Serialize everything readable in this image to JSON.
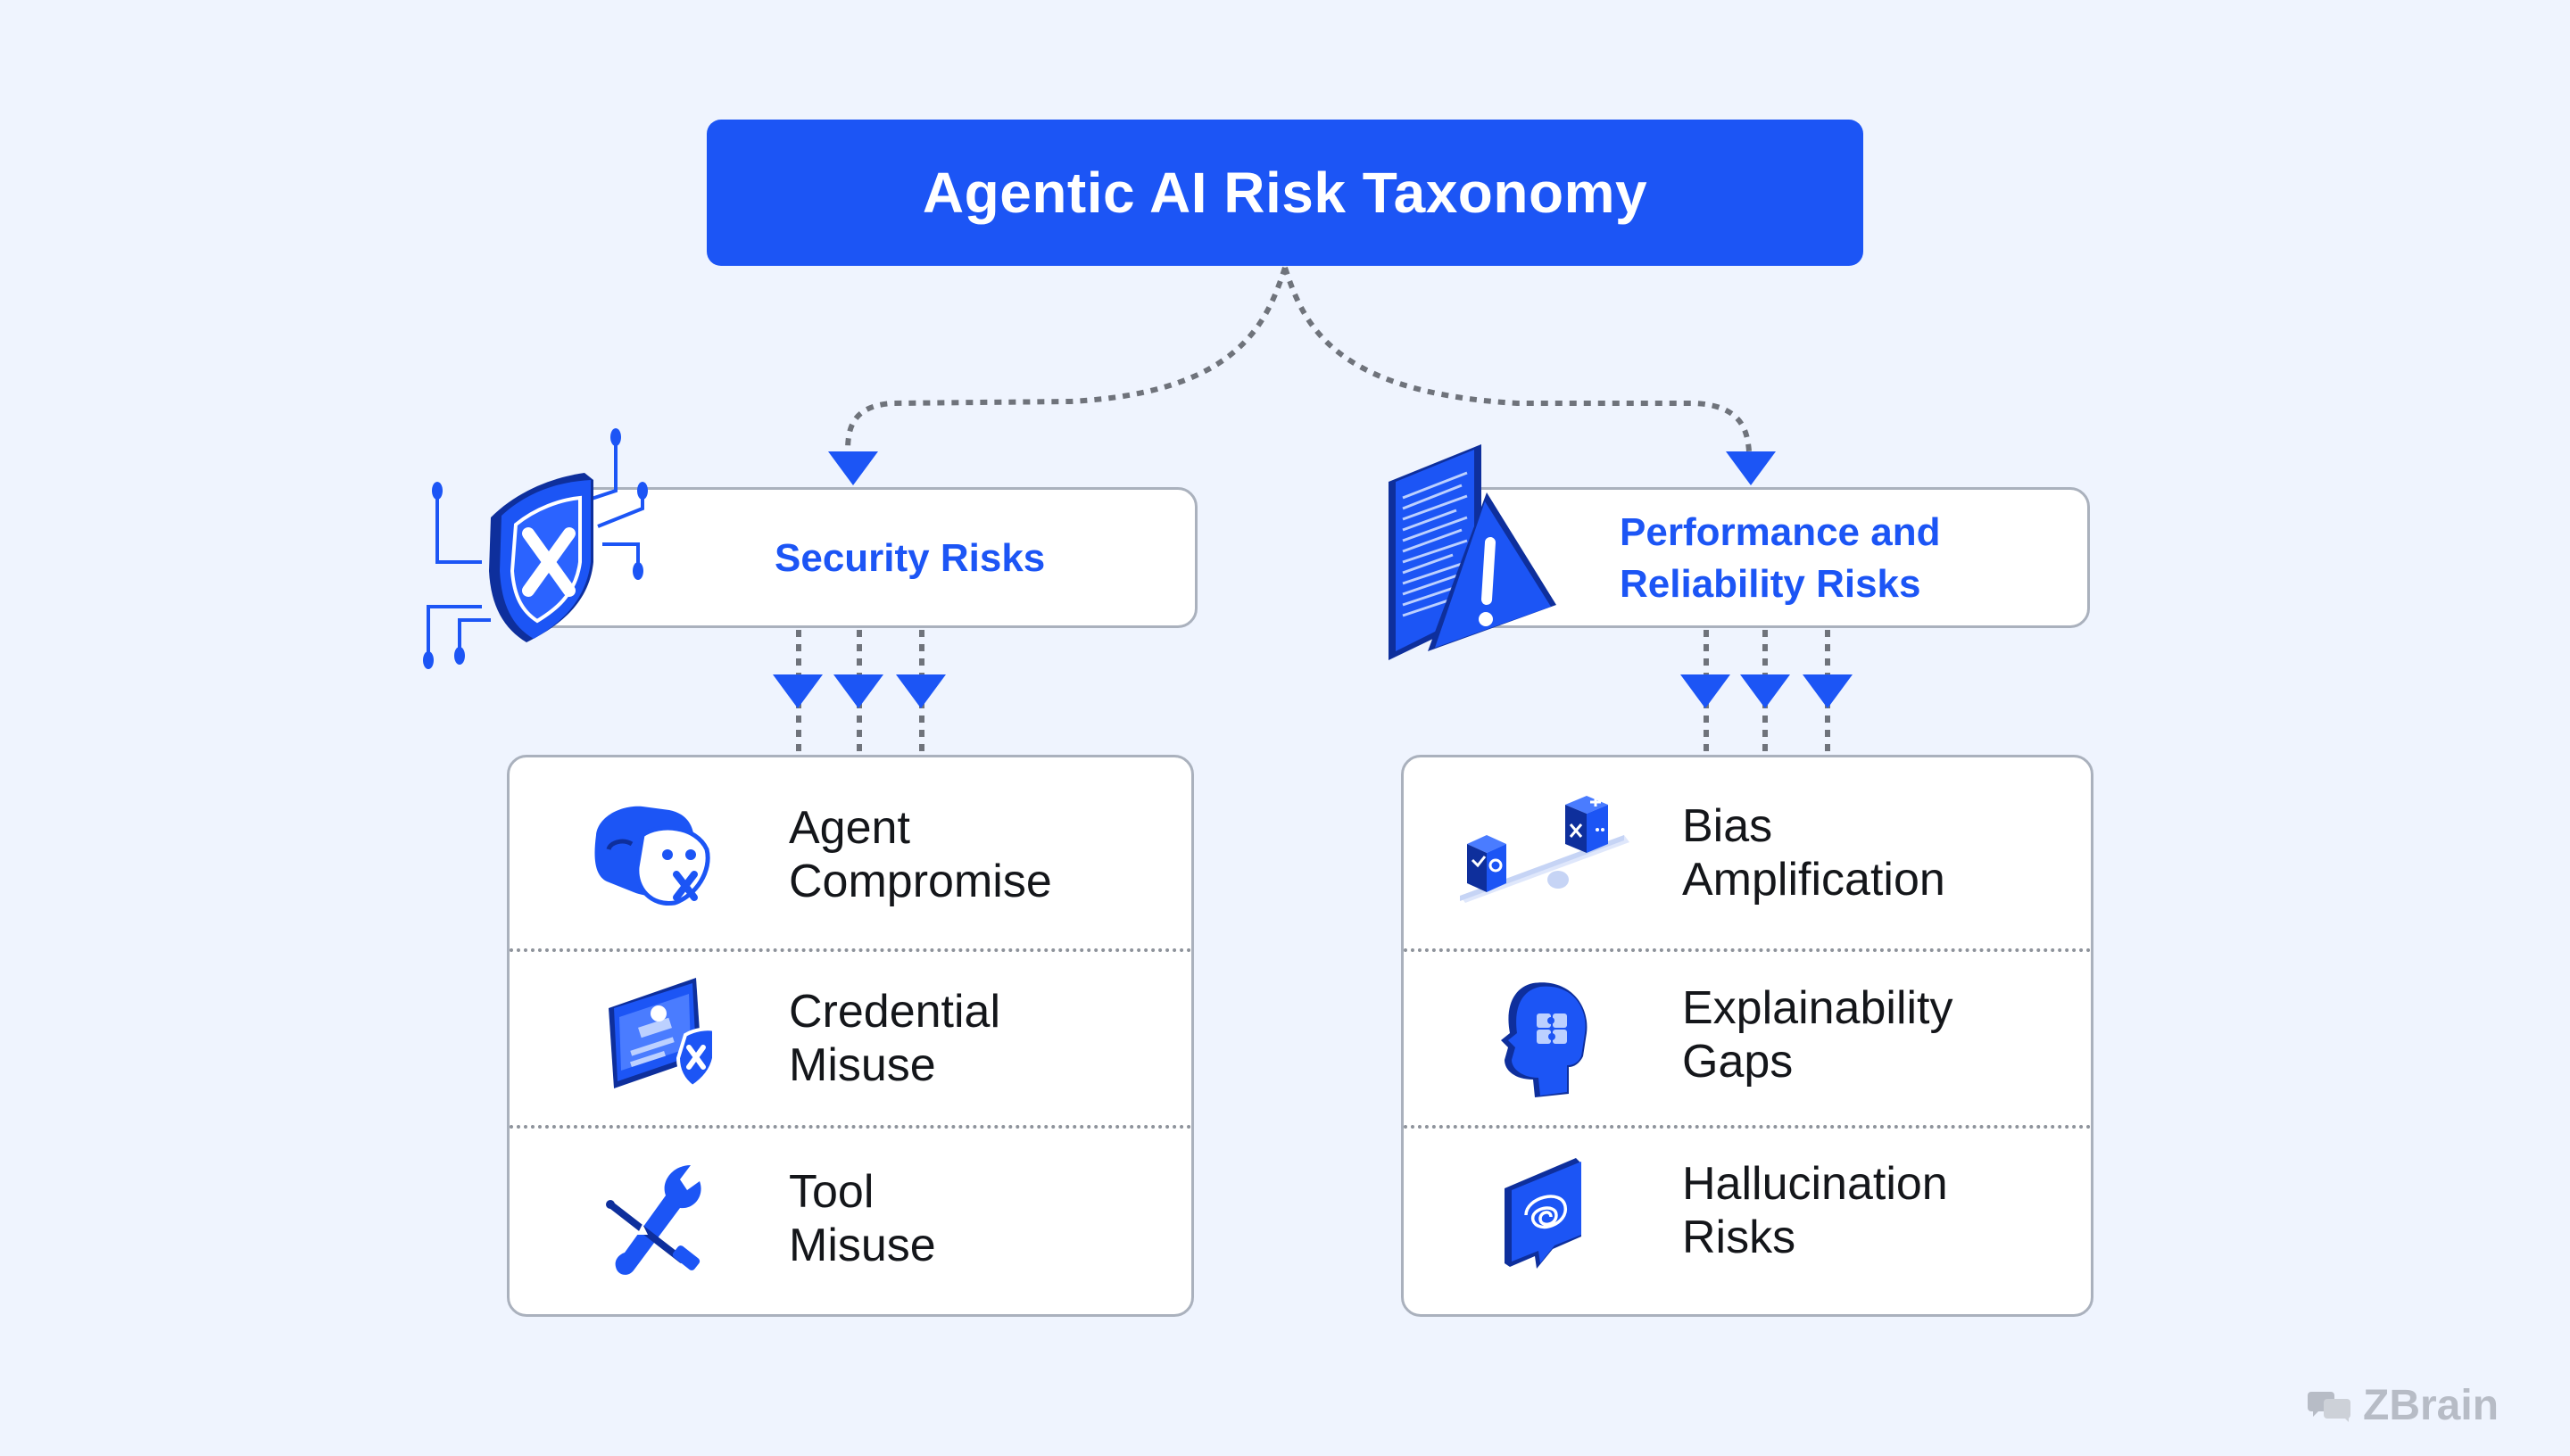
{
  "title": "Agentic AI Risk Taxonomy",
  "categories": [
    {
      "label_lines": [
        "Security Risks"
      ],
      "items": [
        {
          "lines": [
            "Agent",
            "Compromise"
          ],
          "icon": "robot-head-icon"
        },
        {
          "lines": [
            "Credential",
            "Misuse"
          ],
          "icon": "id-card-shield-icon"
        },
        {
          "lines": [
            "Tool",
            "Misuse"
          ],
          "icon": "wrench-screwdriver-icon"
        }
      ],
      "icon": "shield-x-circuit-icon"
    },
    {
      "label_lines": [
        "Performance and",
        "Reliability Risks"
      ],
      "items": [
        {
          "lines": [
            "Bias",
            "Amplification"
          ],
          "icon": "seesaw-cubes-icon"
        },
        {
          "lines": [
            "Explainability",
            "Gaps"
          ],
          "icon": "head-puzzle-icon"
        },
        {
          "lines": [
            "Hallucination",
            "Risks"
          ],
          "icon": "speech-bubble-scribble-icon"
        }
      ],
      "icon": "document-warning-icon"
    }
  ],
  "brand": "ZBrain",
  "colors": {
    "accent": "#1c55f5",
    "background": "#eff4fe",
    "border": "#aab1bd"
  }
}
